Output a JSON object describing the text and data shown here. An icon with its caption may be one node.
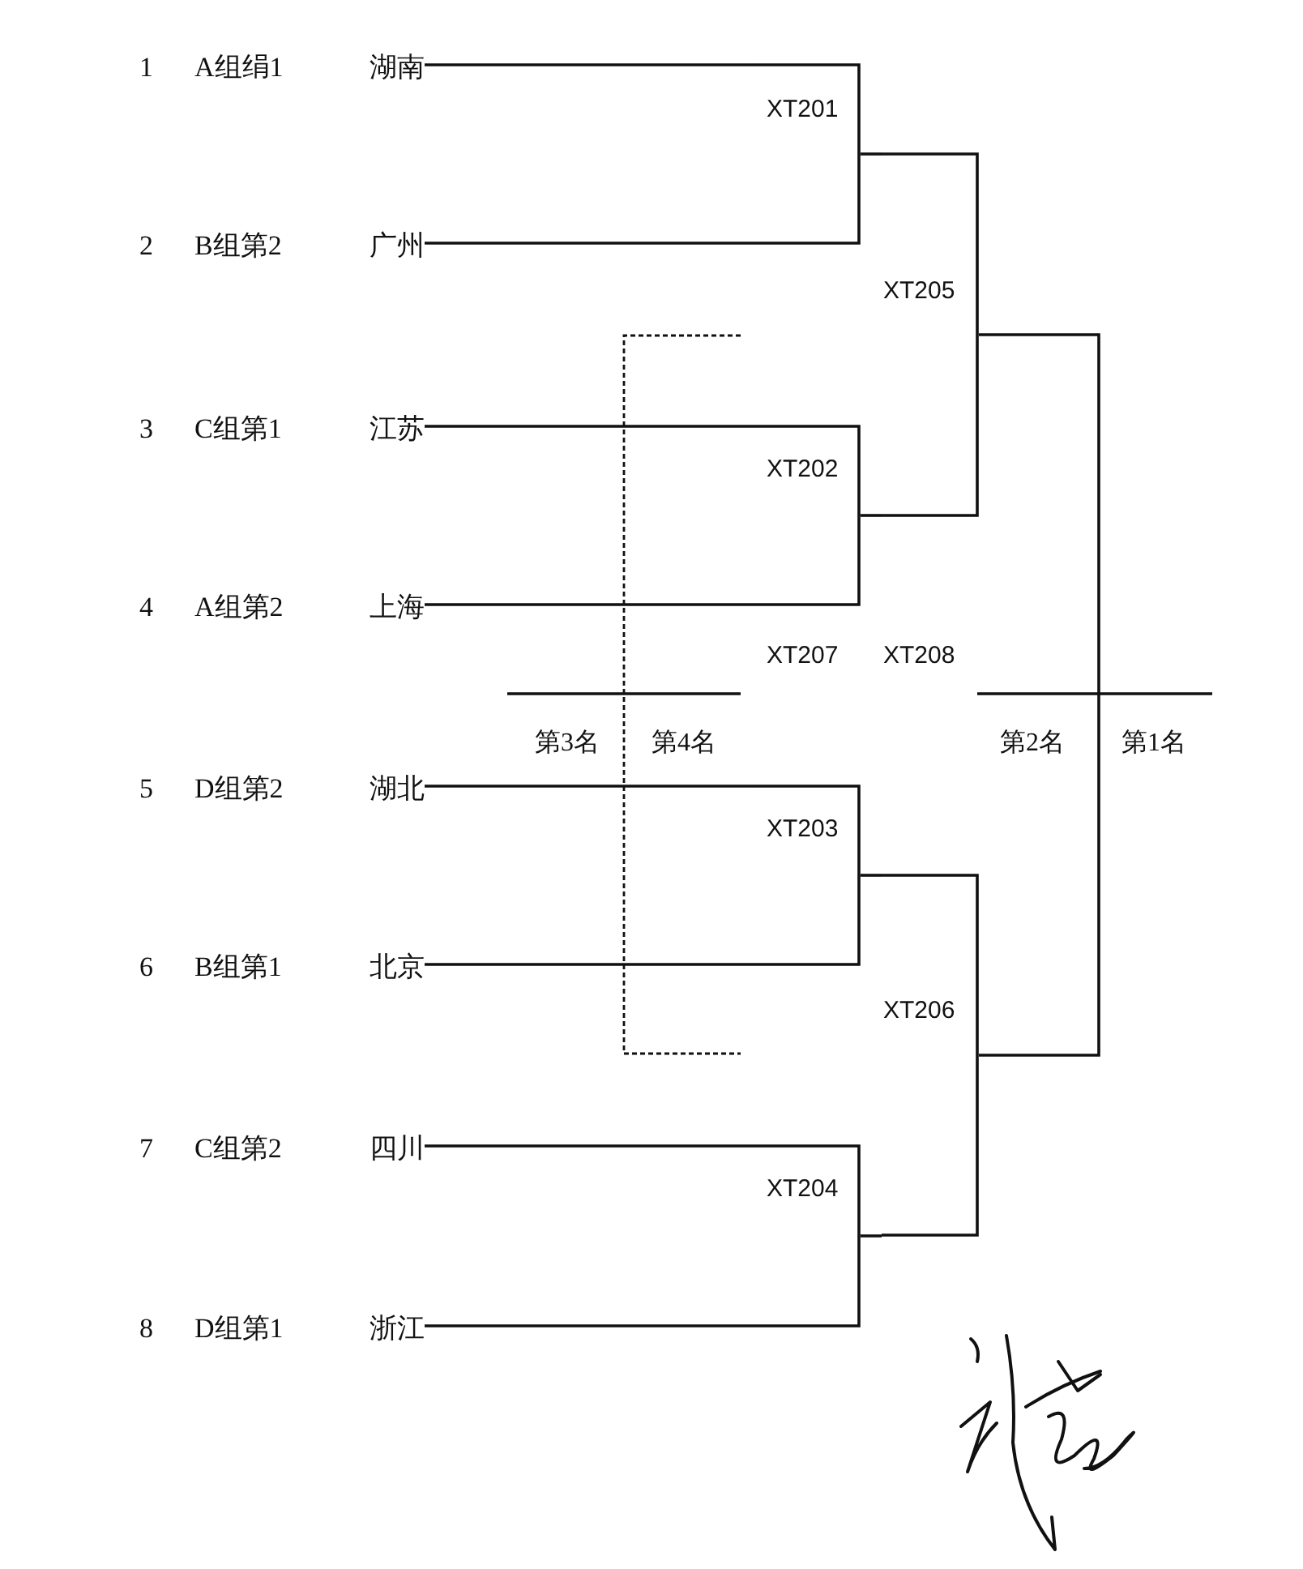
{
  "diagram": {
    "nodes": [
      {
        "text": [
          "湖南"
        ],
        "beside": [
          "1",
          "A组绢1"
        ]
      },
      {
        "text": [
          "广州"
        ],
        "beside": [
          "2",
          "B组第2"
        ]
      },
      {
        "text": [
          "江苏"
        ],
        "beside": [
          "3",
          "C组第1"
        ]
      },
      {
        "text": [
          "上海"
        ],
        "beside": [
          "4",
          "A组第2"
        ]
      },
      {
        "text": [
          "湖北"
        ],
        "beside": [
          "5",
          "D组第2"
        ]
      },
      {
        "text": [
          "北京"
        ],
        "beside": [
          "6",
          "B组第1"
        ]
      },
      {
        "text": [
          "四川"
        ],
        "beside": [
          "7",
          "C组第2"
        ]
      },
      {
        "text": [
          "浙江"
        ],
        "beside": [
          "8",
          "D组第1"
        ]
      },
      {
        "text": [
          "XT201"
        ]
      },
      {
        "text": [
          "XT202"
        ]
      },
      {
        "text": [
          "XT203"
        ]
      },
      {
        "text": [
          "XT204"
        ]
      },
      {
        "text": [
          "XT205"
        ]
      },
      {
        "text": [
          "XT206"
        ]
      }
    ],
    "edges": [
      {
        "from": 0,
        "to": 8,
        "arrow": "none"
      },
      {
        "from": 1,
        "to": 8,
        "arrow": "none"
      },
      {
        "from": 2,
        "to": 9,
        "arrow": "none"
      },
      {
        "from": 3,
        "to": 9,
        "arrow": "none"
      },
      {
        "from": 4,
        "to": 10,
        "arrow": "none"
      },
      {
        "from": 5,
        "to": 10,
        "arrow": "none"
      },
      {
        "from": 6,
        "to": 11,
        "arrow": "none"
      },
      {
        "from": 7,
        "to": 11,
        "arrow": "none"
      },
      {
        "from": 8,
        "to": 12,
        "arrow": "none"
      },
      {
        "from": 9,
        "to": 12,
        "arrow": "none"
      },
      {
        "from": 10,
        "to": 13,
        "arrow": "none"
      },
      {
        "from": 11,
        "to": 13,
        "arrow": "none"
      },
      {
        "from": 12,
        "to": 13,
        "arrow": "none"
      }
    ],
    "labels": [
      "XT207",
      "XT208",
      "第3名",
      "第4名",
      "第2名",
      "第1名"
    ]
  }
}
